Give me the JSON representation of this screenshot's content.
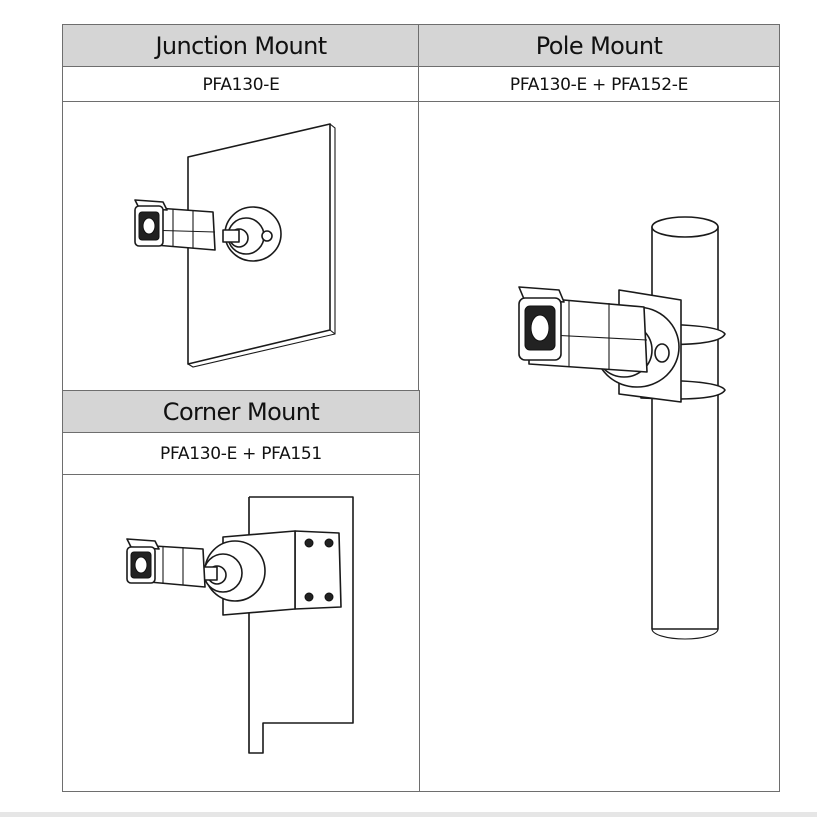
{
  "sections": {
    "junction": {
      "title": "Junction Mount",
      "model": "PFA130-E"
    },
    "pole": {
      "title": "Pole Mount",
      "model": "PFA130-E + PFA152-E"
    },
    "corner": {
      "title": "Corner Mount",
      "model": "PFA130-E + PFA151"
    }
  },
  "colors": {
    "header_bg": "#d5d5d5",
    "border": "#6e6e6e",
    "line_art": "#1a1a1a"
  }
}
